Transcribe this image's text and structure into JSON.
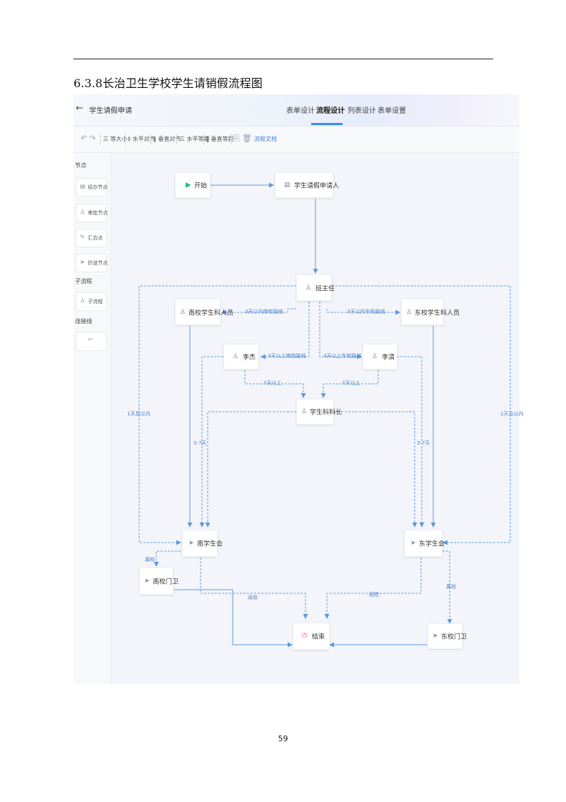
{
  "document": {
    "title": "6.3.8长治卫生学校学生请销假流程图",
    "page_number": "59"
  },
  "app": {
    "back_icon": "arrow-left-icon",
    "title": "学生请假申请",
    "tabs": [
      {
        "label": "表单设计",
        "active": false
      },
      {
        "label": "流程设计",
        "active": true
      },
      {
        "label": "列表设计",
        "active": false
      },
      {
        "label": "表单设置",
        "active": false
      }
    ],
    "toolbar": {
      "undo": "↶",
      "redo": "↷",
      "items": [
        "三 等大小",
        "‡ 水平对齐",
        "‖ 垂直对齐",
        "三 水平等距",
        "‖ 垂直等距"
      ],
      "flow_doc": "流程文档"
    },
    "palette": {
      "nodes_section": "节点",
      "items": [
        {
          "label": "经办节点",
          "icon": "document-icon"
        },
        {
          "label": "审批节点",
          "icon": "user-icon"
        },
        {
          "label": "汇合点",
          "icon": "pen-icon"
        },
        {
          "label": "抄送节点",
          "icon": "send-icon"
        }
      ],
      "subflow_section": "子流程",
      "subflow_item": "子流程",
      "connector_section": "连接线"
    },
    "accent_color": "#3c8de8",
    "line_color": "#5b9be0"
  },
  "flow": {
    "nodes": {
      "start": "开始",
      "apply": "学生请假申请人",
      "head_teacher": "班主任",
      "south_staff": "南校学生科人员",
      "east_staff": "东校学生科人员",
      "li_jie": "李杰",
      "li_qing": "李清",
      "section_chief": "学生科科长",
      "south_sign": "南学生会",
      "east_sign": "东学生会",
      "south_guard": "南校门卫",
      "east_guard": "东校门卫",
      "end": "结束"
    },
    "edge_labels": {
      "south_1_3": "3天以内南校路线",
      "east_1_3": "3天以内东校路线",
      "south_3_up": "3天以上南校路线",
      "east_3_up": "3天以上东校路线",
      "left_over7": "7天以上",
      "right_over7": "7天以上",
      "left_1day": "1天及以内",
      "right_1day": "1天及以内",
      "left_3_7": "3-7天",
      "right_3_7": "3-7天",
      "south_leave": "离校",
      "east_leave": "离校",
      "south_back": "返校",
      "east_back": "返校"
    }
  }
}
